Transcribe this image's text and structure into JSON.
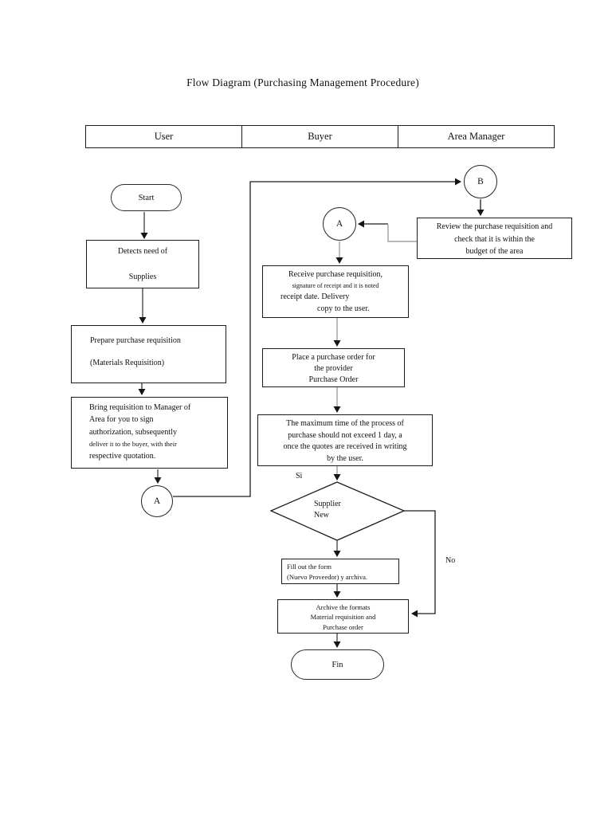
{
  "title": "Flow Diagram (Purchasing Management Procedure)",
  "lanes": {
    "user": "User",
    "buyer": "Buyer",
    "area_manager": "Area Manager"
  },
  "nodes": {
    "start": {
      "label": "Start"
    },
    "detects": {
      "lines": [
        "Detects need of",
        "Supplies"
      ]
    },
    "prepare": {
      "lines": [
        "Prepare purchase requisition",
        "(Materials Requisition)"
      ]
    },
    "bring": {
      "lines": [
        "Bring requisition to Manager of",
        "Area for you to sign",
        "authorization, subsequently",
        "deliver it to the buyer, with their",
        "respective quotation."
      ]
    },
    "connector_a_user": {
      "label": "A"
    },
    "connector_b": {
      "label": "B"
    },
    "connector_a_buyer": {
      "label": "A"
    },
    "review": {
      "lines": [
        "Review the purchase requisition and",
        "check that it is within the",
        "budget of the area"
      ]
    },
    "receive": {
      "lines": [
        "Receive purchase requisition,",
        "signature of receipt and it is noted",
        "receipt date. Delivery",
        "copy to the user."
      ]
    },
    "place_order": {
      "lines": [
        "Place a purchase order for",
        "the provider",
        "Purchase Order"
      ]
    },
    "max_time": {
      "lines": [
        "The maximum time of the process of",
        "purchase should not exceed 1 day, a",
        "once the quotes are received in writing",
        "by the user."
      ]
    },
    "supplier_new": {
      "lines": [
        "Supplier",
        "New"
      ]
    },
    "fill_form": {
      "lines": [
        "Fill out the form",
        "(Nuevo Proveedor) y archiva."
      ]
    },
    "archive": {
      "lines": [
        "Archive the formats",
        "Material requisition and",
        "Purchase order"
      ]
    },
    "fin": {
      "label": "Fin"
    }
  },
  "branch_labels": {
    "yes": "Si",
    "no": "No"
  },
  "colors": {
    "line_dark": "#3d3d3d",
    "line_black": "#1d1d1d",
    "line_gray": "#a0a0a0"
  }
}
